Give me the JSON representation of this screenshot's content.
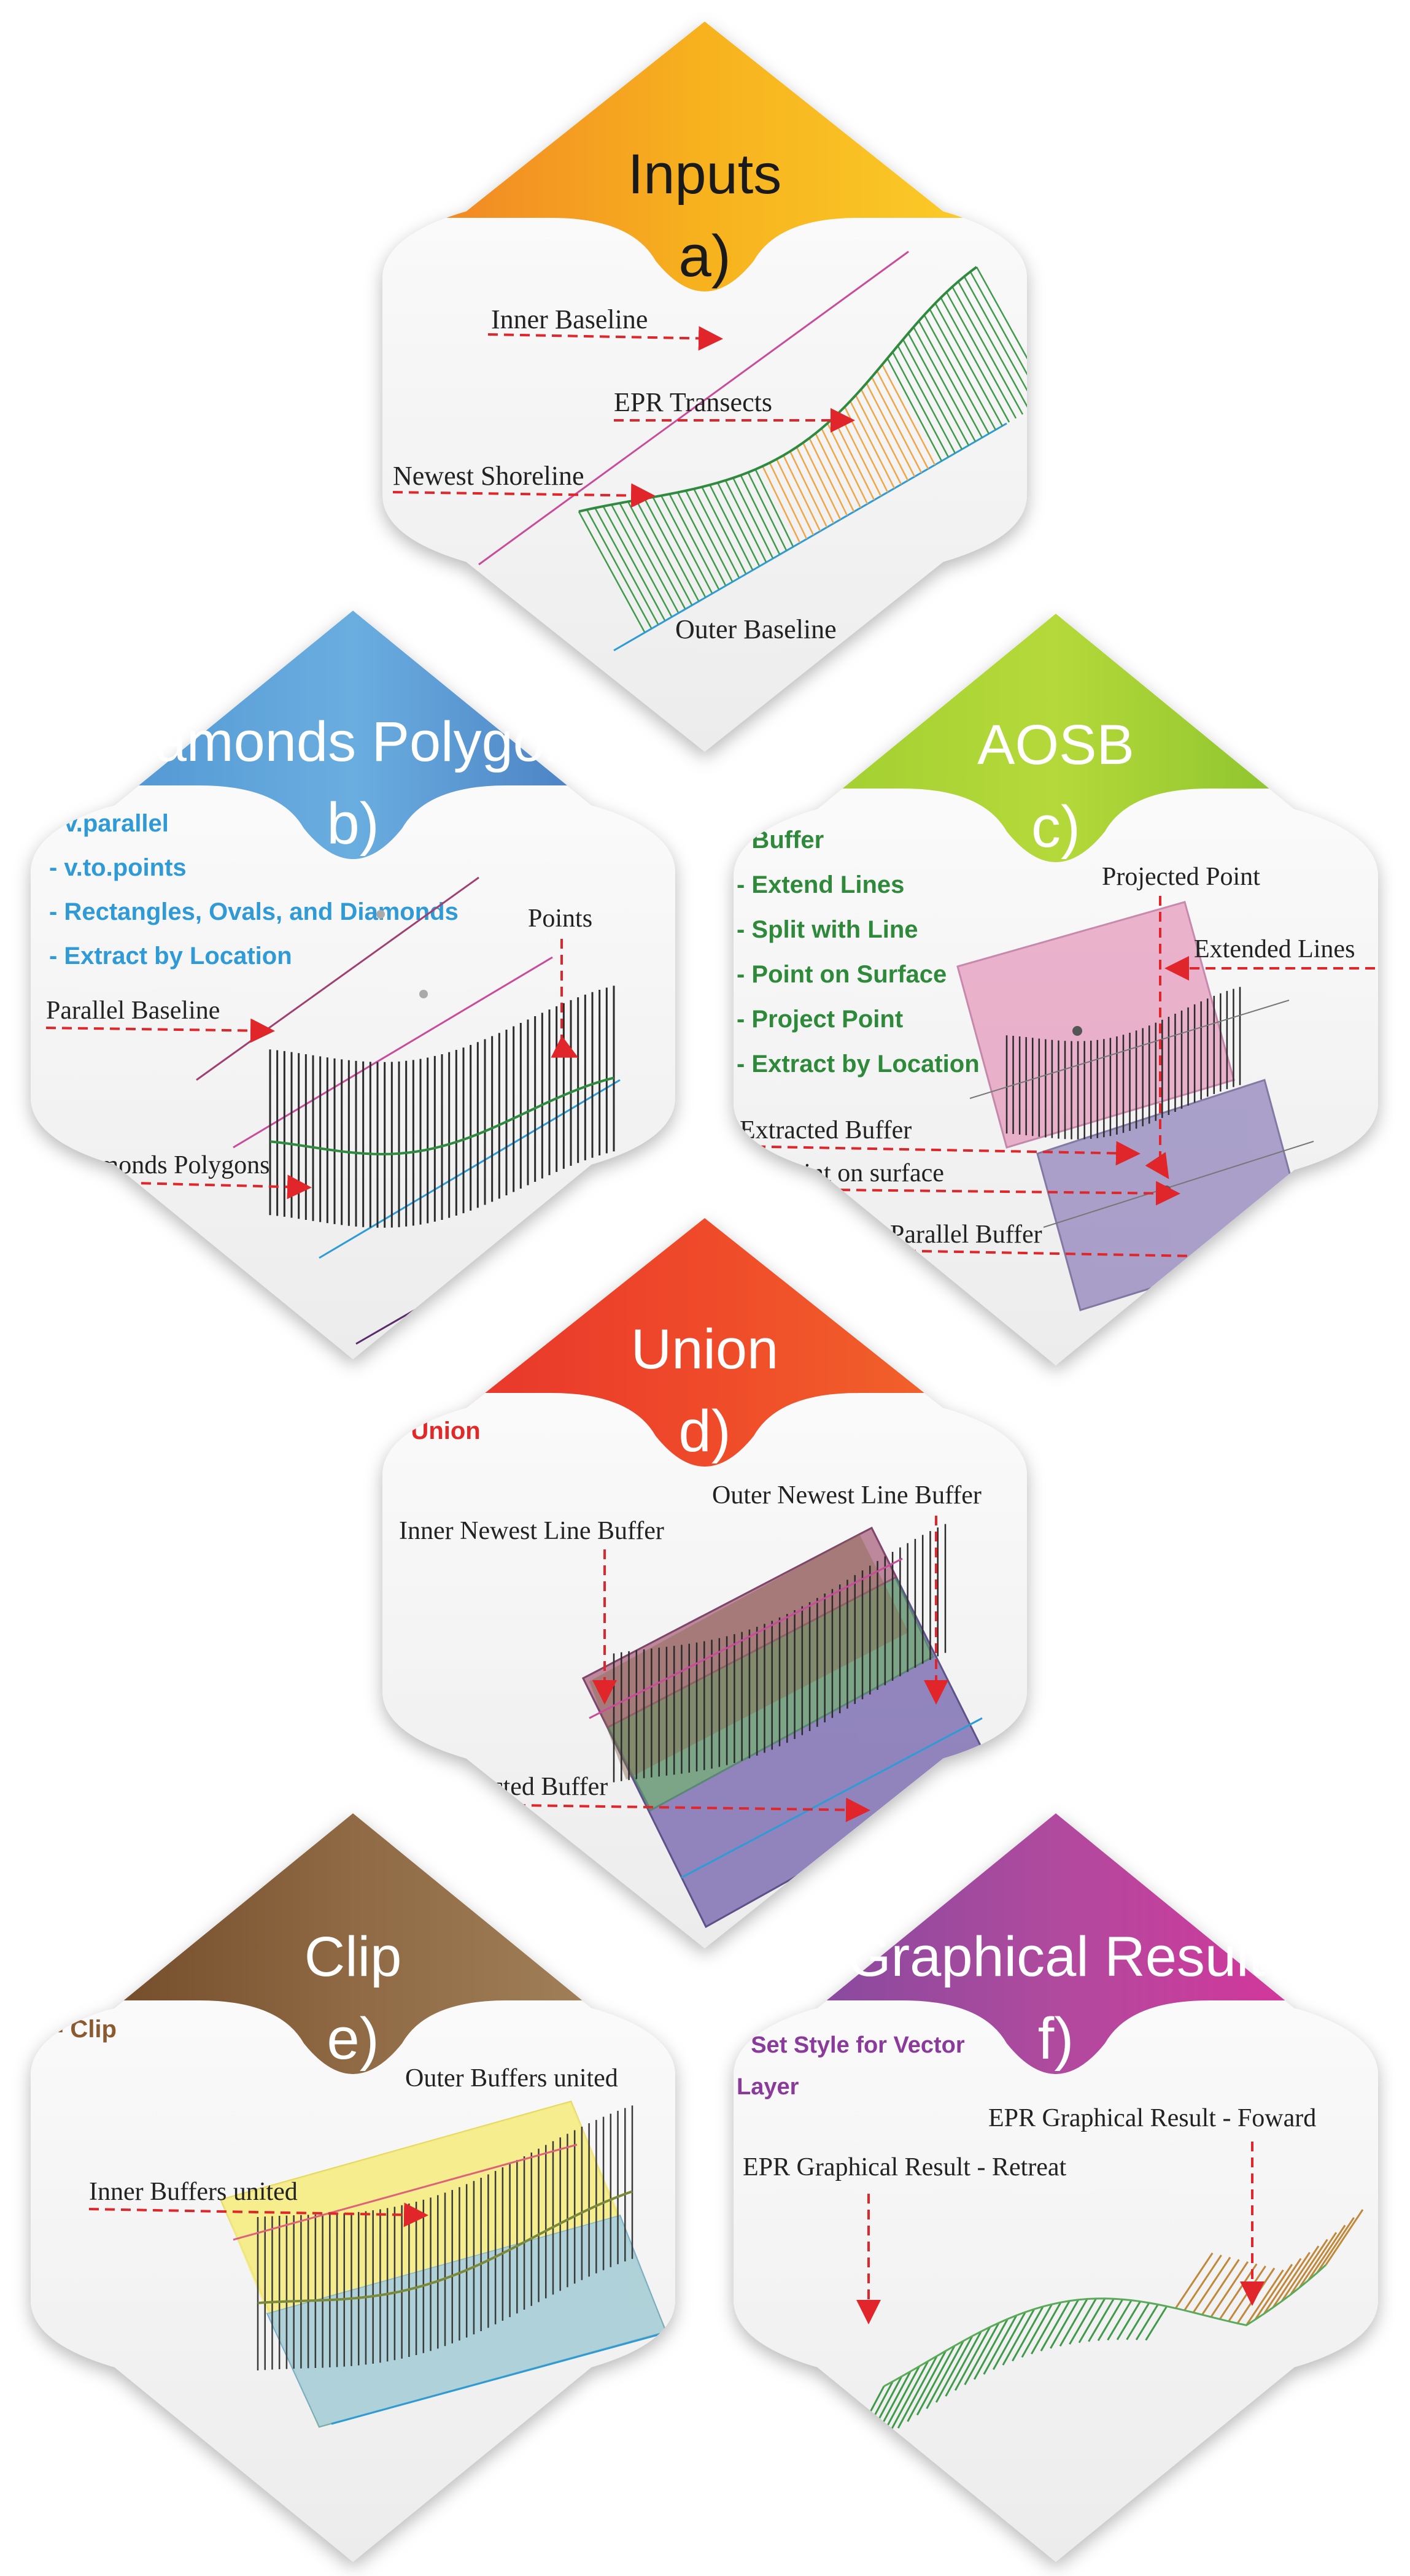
{
  "colors": {
    "red_arrow": "#e0262a",
    "inner_baseline": "#c94c9a",
    "outer_baseline": "#2e9bd6",
    "shoreline": "#2f8a3f",
    "transect_green": "#3f9a4a",
    "transect_orange": "#f0a646",
    "tools_b": "#2f9ad6",
    "tools_c": "#2e8a3a",
    "tools_d": "#e02a2a",
    "tools_e": "#8a5a30",
    "tools_f": "#8a3a9a"
  },
  "panels": {
    "a": {
      "title": "Inputs",
      "letter": "a)",
      "header_colors": [
        "#f07f27",
        "#f7b21e",
        "#fbd02a"
      ],
      "labels": {
        "inner_baseline": "Inner Baseline",
        "epr_transects": "EPR Transects",
        "newest_shoreline": "Newest Shoreline",
        "outer_baseline": "Outer Baseline"
      }
    },
    "b": {
      "title": "Diamonds Polygons",
      "letter": "b)",
      "header_colors": [
        "#4a8fcf",
        "#6aaee0",
        "#3e6fb8"
      ],
      "tools": [
        "- v.parallel",
        "- v.to.points",
        "- Rectangles, Ovals, and Diamonds",
        "- Extract by Location"
      ],
      "labels": {
        "points": "Points",
        "parallel_baseline": "Parallel Baseline",
        "diamonds_polygons": "Diamonds Polygons"
      }
    },
    "c": {
      "title": "AOSB",
      "letter": "c)",
      "header_colors": [
        "#9ccc2e",
        "#b5d93a",
        "#7dbb2a"
      ],
      "tools": [
        "- Buffer",
        "- Extend Lines",
        "- Split with Line",
        "- Point on Surface",
        "- Project Point",
        "- Extract by Location"
      ],
      "labels": {
        "projected_point": "Projected Point",
        "extended_lines": "Extended Lines",
        "extracted_buffer": "Extracted Buffer",
        "point_on_surface": "Point on surface",
        "parallel_buffer": "Parallel Buffer"
      }
    },
    "d": {
      "title": "Union",
      "letter": "d)",
      "header_colors": [
        "#e5302c",
        "#ef4a2a",
        "#f26b2a"
      ],
      "tools": [
        "- Union"
      ],
      "labels": {
        "outer_newest": "Outer Newest Line Buffer",
        "inner_newest": "Inner Newest Line Buffer",
        "extracted_buffer": "Extracted Buffer"
      }
    },
    "e": {
      "title": "Clip",
      "letter": "e)",
      "header_colors": [
        "#6b4323",
        "#8f6a44",
        "#a68660"
      ],
      "tools": [
        "- Clip"
      ],
      "labels": {
        "outer_buffers": "Outer Buffers united",
        "inner_buffers": "Inner Buffers united"
      }
    },
    "f": {
      "title": "Graphical Result",
      "letter": "f)",
      "header_colors": [
        "#7a4a9e",
        "#b04a9e",
        "#e0309a"
      ],
      "tools": [
        "- Set Style for Vector",
        "Layer"
      ],
      "labels": {
        "forward": "EPR Graphical Result - Foward",
        "retreat": "EPR Graphical Result - Retreat"
      }
    }
  }
}
